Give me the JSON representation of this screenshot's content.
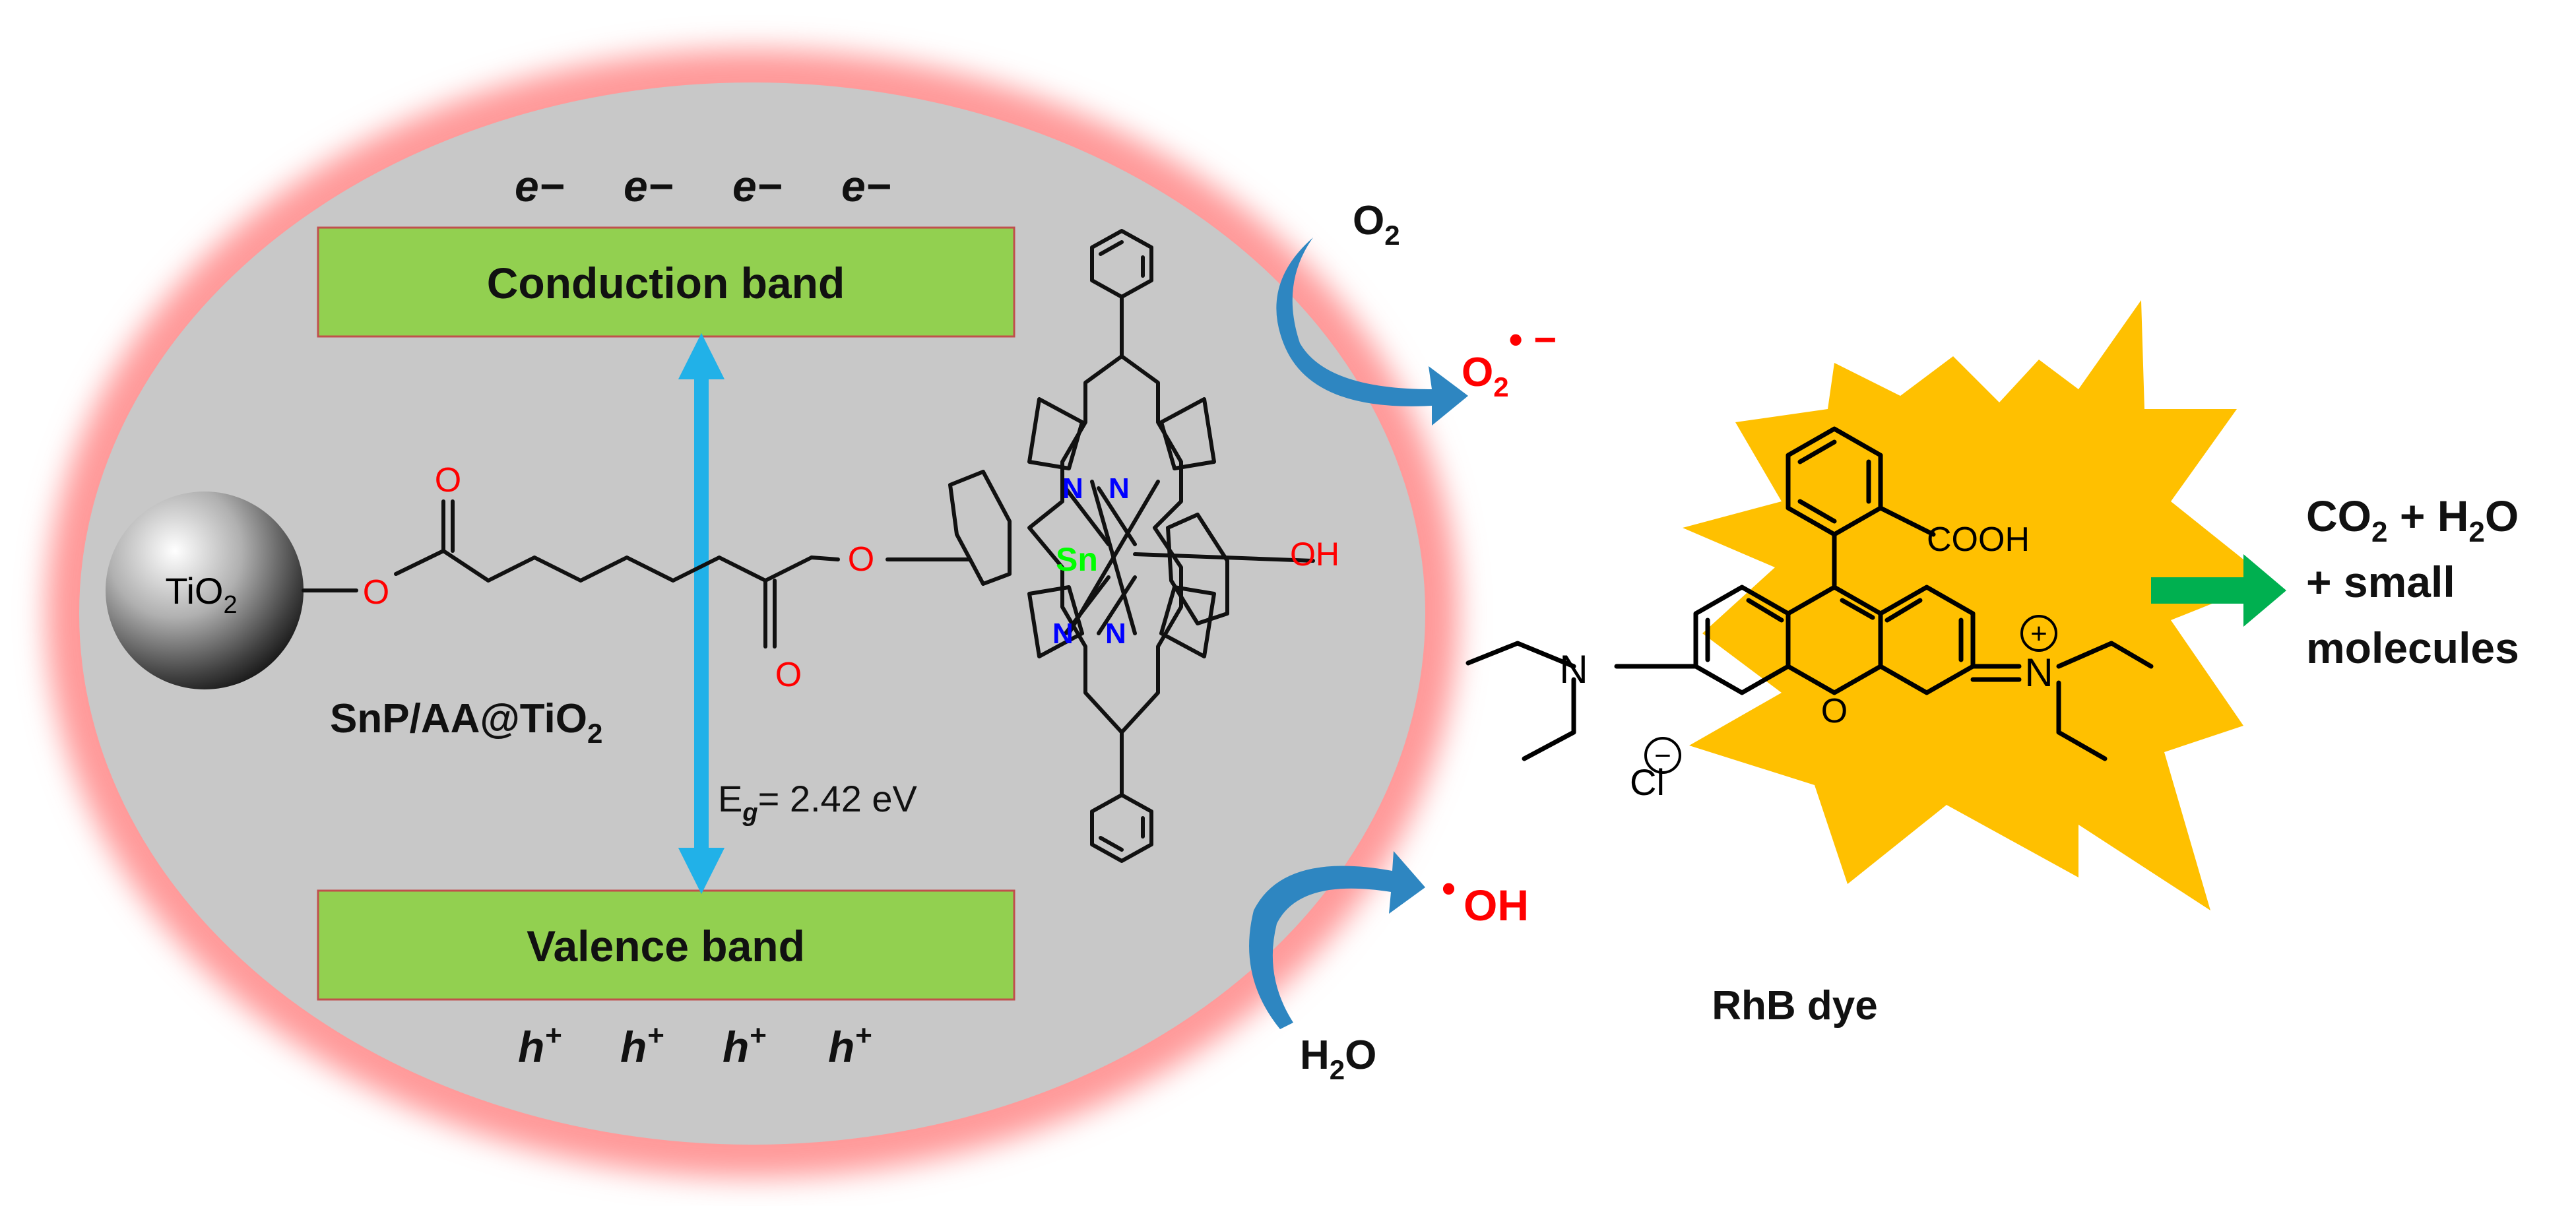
{
  "electrons": [
    "e−",
    "e−",
    "e−",
    "e−"
  ],
  "holes_base": "h",
  "holes_sup": "+",
  "holes_count": 4,
  "conduction_band": "Conduction band",
  "valence_band": "Valence band",
  "band_gap": {
    "base": "E",
    "sub": "g",
    "value": "= 2.42 eV"
  },
  "tio2_sphere": {
    "base": "TiO",
    "sub": "2"
  },
  "catalyst_label": {
    "base": "SnP/AA@TiO",
    "sub": "2"
  },
  "atoms": {
    "oxygen": "O",
    "nitrogen": "N",
    "tin": "Sn",
    "hydroxyl": "OH",
    "acid": "COOH",
    "chloride": "Cl"
  },
  "charges": {
    "negative": "−",
    "positive": "+"
  },
  "oxygen_molecule": {
    "base": "O",
    "sub": "2"
  },
  "superoxide": {
    "base": "O",
    "sub": "2",
    "sup": "• −"
  },
  "water": {
    "base": "H",
    "sub": "2",
    "tail": "O"
  },
  "hydroxyl_radical": {
    "dot": "•",
    "text": "OH"
  },
  "dye_label": "RhB dye",
  "products": {
    "line1_a": "CO",
    "line1_sub1": "2",
    "line1_b": " + H",
    "line1_sub2": "2",
    "line1_c": "O",
    "line2": "+ small",
    "line3": "molecules"
  },
  "colors": {
    "band_fill": "#92d050",
    "band_border": "#c0504d",
    "gap_arrow": "#21b1e8",
    "curve_arrow": "#2e86c1",
    "burst": "#ffc000",
    "product_arrow": "#00b050",
    "oxygen_red": "#ff0000",
    "nitrogen_blue": "#0000ff",
    "tin_green": "#00ff00",
    "ellipse_fill": "#c8c8c8",
    "glow": "#ff8080"
  }
}
